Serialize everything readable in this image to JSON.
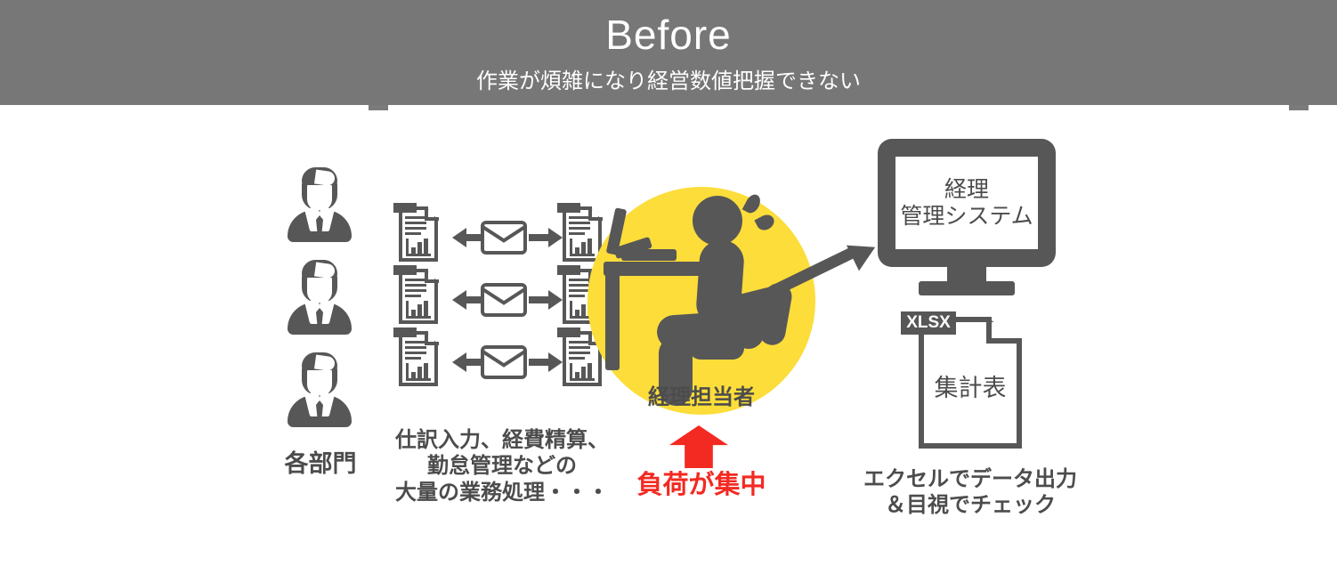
{
  "header": {
    "title": "Before",
    "subtitle": "作業が煩雑になり経営数値把握できない",
    "bg_color": "#777777",
    "text_color": "#ffffff"
  },
  "colors": {
    "icon_gray": "#575757",
    "text_gray": "#4c4c4c",
    "accent_yellow": "#fcdd3a",
    "alert_red": "#f32a22",
    "white": "#ffffff"
  },
  "departments": {
    "label": "各部門",
    "people_count": 3
  },
  "workflow": {
    "caption": "仕訳入力、経費精算、\n勤怠管理などの\n大量の業務処理・・・",
    "caption_lines": [
      "仕訳入力、経費精算、",
      "勤怠管理などの",
      "大量の業務処理・・・"
    ],
    "rows": 3,
    "left_doc_icon": "document-chart-icon",
    "exchange_icon": "envelope-icon",
    "right_doc_icon": "document-chart-icon",
    "arrow_left_icon": "arrow-left-icon",
    "arrow_right_icon": "arrow-right-icon"
  },
  "accountant": {
    "label": "経理担当者",
    "icon": "person-at-desk-stressed-icon",
    "highlight_shape": "yellow-circle",
    "overload_label": "負荷が集中",
    "overload_arrow_icon": "arrow-up-icon",
    "overload_color": "#f32a22"
  },
  "system": {
    "icon": "monitor-icon",
    "screen_text": "経理\n管理システム",
    "screen_lines": [
      "経理",
      "管理システム"
    ],
    "inbound_arrow_icon": "arrow-diagonal-up-right-icon"
  },
  "export": {
    "file_icon": "xlsx-file-icon",
    "file_badge": "XLSX",
    "file_label": "集計表",
    "caption": "エクセルでデータ出力\n＆目視でチェック",
    "caption_lines": [
      "エクセルでデータ出力",
      "＆目視でチェック"
    ]
  }
}
